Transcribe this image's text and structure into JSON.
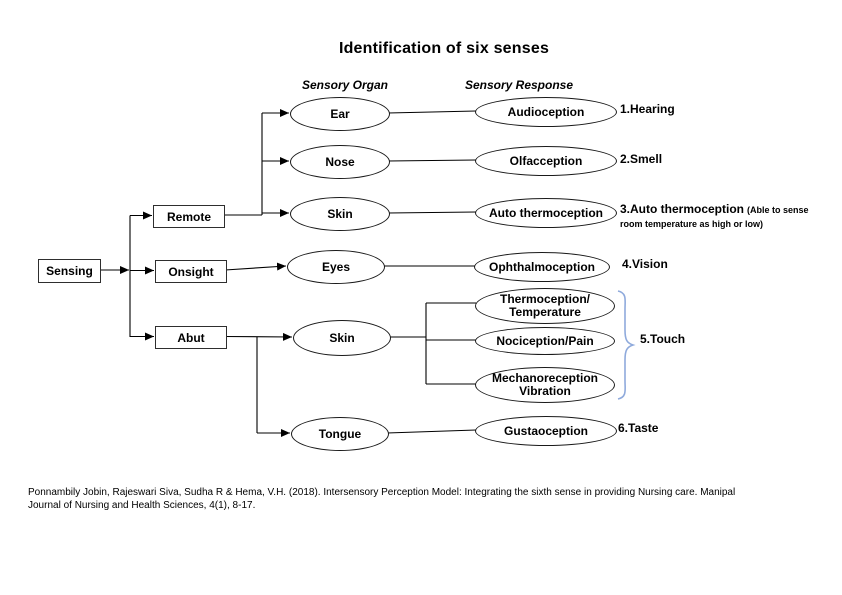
{
  "title": "Identification of six senses",
  "column_headers": {
    "organ": "Sensory Organ",
    "response": "Sensory Response"
  },
  "root_node": "Sensing",
  "category_nodes": [
    "Remote",
    "Onsight",
    "Abut"
  ],
  "organ_nodes": [
    "Ear",
    "Nose",
    "Skin",
    "Eyes",
    "Skin",
    "Tongue"
  ],
  "response_nodes": [
    "Audioception",
    "Olfacception",
    "Auto thermoception",
    "Ophthalmoception",
    "Thermoception/\nTemperature",
    "Nociception/Pain",
    "Mechanoreception\nVibration",
    "Gustaoception"
  ],
  "sense_labels": [
    "1.Hearing",
    "2.Smell",
    "3.Auto thermoception",
    "4.Vision",
    "5.Touch",
    "6.Taste"
  ],
  "sense_note_3": "(Able to sense room temperature as high or low)",
  "citation_lines": [
    "Ponnambily Jobin, Rajeswari Siva, Sudha R & Hema, V.H. (2018). Intersensory Perception Model: Integrating the sixth sense in providing Nursing care. Manipal",
    "Journal of Nursing and Health Sciences, 4(1), 8-17."
  ],
  "colors": {
    "line": "#000000",
    "brace": "#8faadc"
  }
}
